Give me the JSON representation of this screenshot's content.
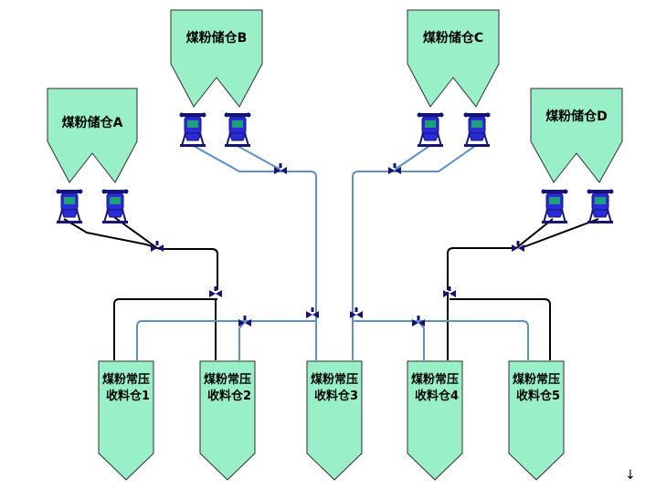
{
  "silos": [
    {
      "id": "A",
      "label": "煤粉储仓A"
    },
    {
      "id": "B",
      "label": "煤粉储仓B"
    },
    {
      "id": "C",
      "label": "煤粉储仓C"
    },
    {
      "id": "D",
      "label": "煤粉储仓D"
    }
  ],
  "bins": [
    {
      "line1": "煤粉常压",
      "line2": "收料仓1"
    },
    {
      "line1": "煤粉常压",
      "line2": "收料仓2"
    },
    {
      "line1": "煤粉常压",
      "line2": "收料仓3"
    },
    {
      "line1": "煤粉常压",
      "line2": "收料仓4"
    },
    {
      "line1": "煤粉常压",
      "line2": "收料仓5"
    }
  ],
  "corner_mark": "↓",
  "colors": {
    "vessel_fill": "#99f0c8",
    "vessel_stroke": "#2e2e2e",
    "pipe_blue": "#5f8fc9",
    "pipe_black": "#000000",
    "feeder_blue": "#2a2ad6",
    "feeder_dark": "#141478"
  }
}
